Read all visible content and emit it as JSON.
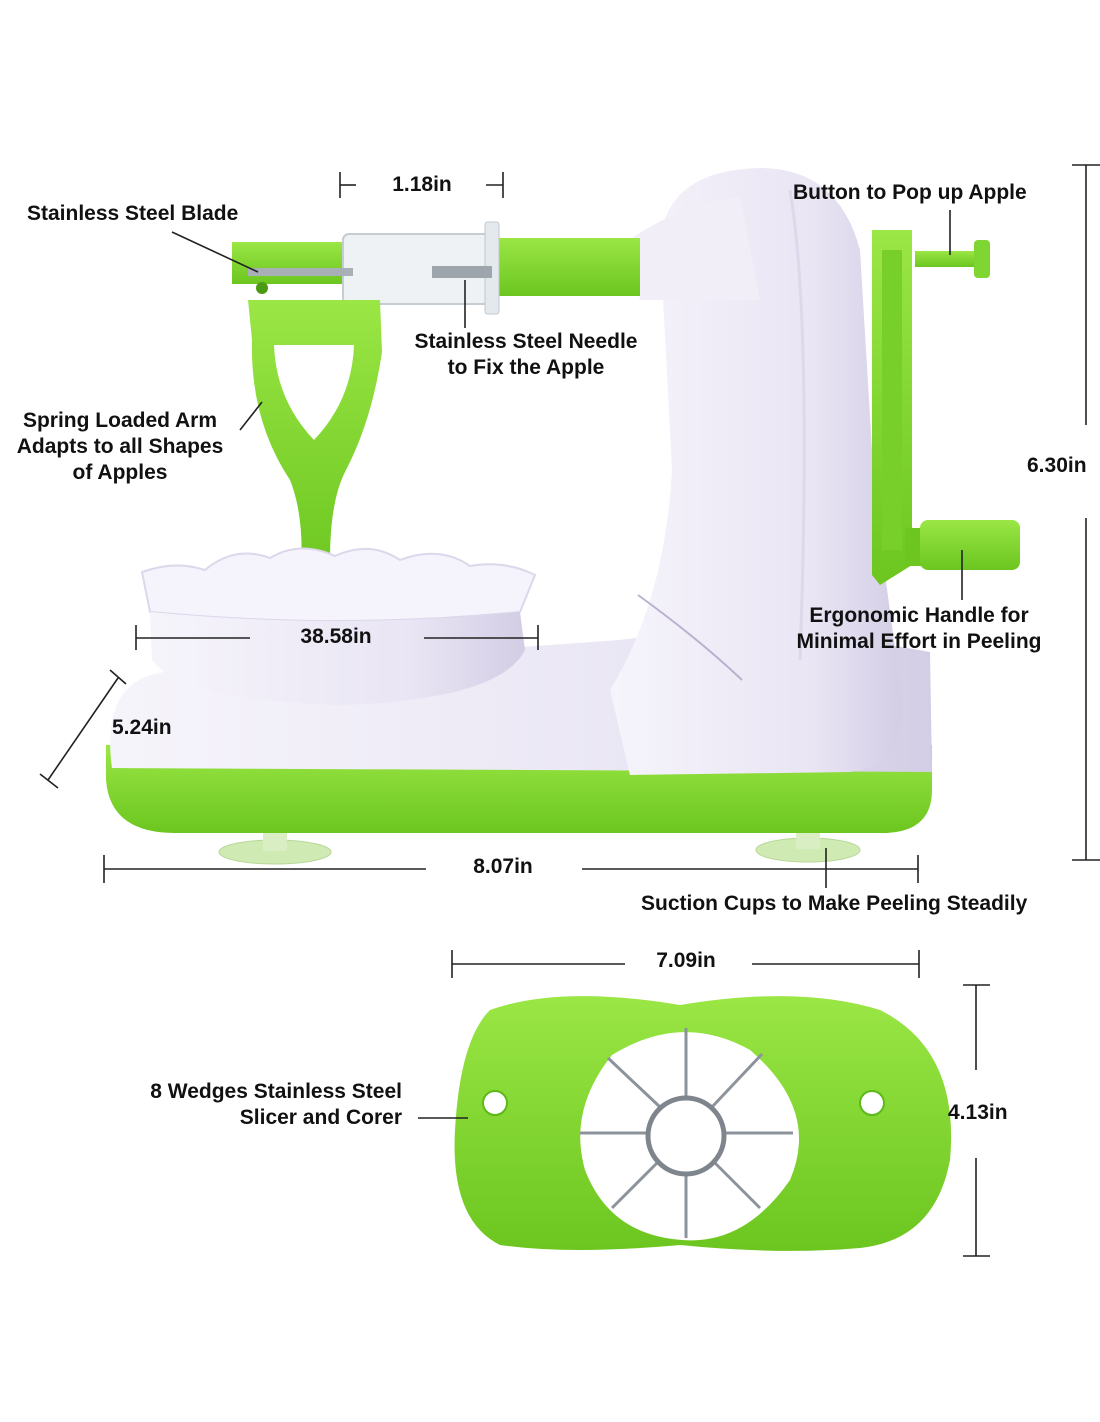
{
  "colors": {
    "green": "#86dc2c",
    "green_dark": "#5cb81b",
    "body": "#ece8f6",
    "body_shadow": "#d6d0e8",
    "steel": "#b9bec5",
    "ink": "#111111"
  },
  "labels": {
    "blade": "Stainless Steel Blade",
    "needle_line1": "Stainless Steel Needle",
    "needle_line2": "to Fix the Apple",
    "arm_line1": "Spring Loaded Arm",
    "arm_line2": "Adapts to all Shapes",
    "arm_line3": "of Apples",
    "button": "Button to Pop up Apple",
    "handle_line1": "Ergonomic Handle for",
    "handle_line2": "Minimal Effort in Peeling",
    "suction": "Suction Cups to Make Peeling Steadily",
    "slicer_line1": "8 Wedges Stainless Steel",
    "slicer_line2": "Slicer and Corer"
  },
  "dimensions": {
    "needle_width": "1.18in",
    "height": "6.30in",
    "bowl_width": "38.58in",
    "depth": "5.24in",
    "base_width": "8.07in",
    "slicer_width": "7.09in",
    "slicer_height": "4.13in"
  }
}
